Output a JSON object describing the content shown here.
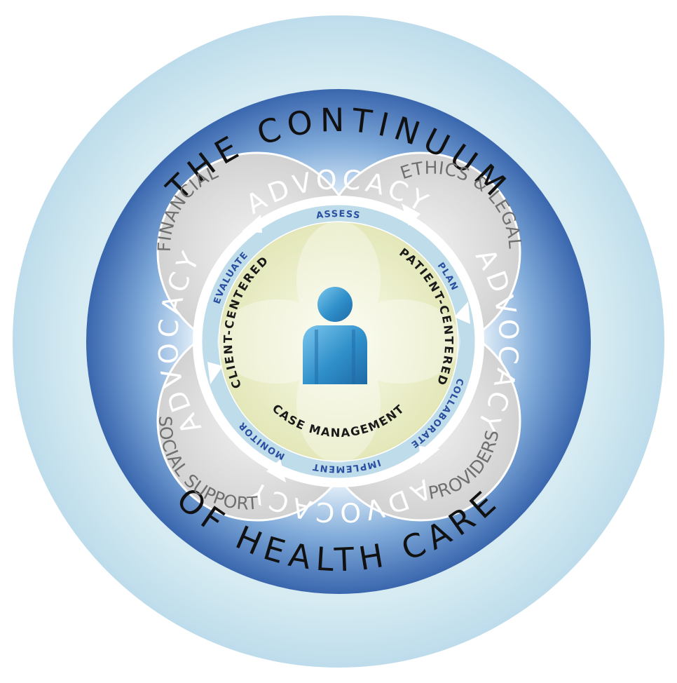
{
  "title_top": "THE CONTINUUM",
  "title_bottom": "OF HEALTH CARE",
  "advocacy": {
    "top": "ADVOCACY",
    "left": "ADVOCACY",
    "right": "ADVOCACY",
    "bottom": "ADVOCACY"
  },
  "petals": {
    "financial": "FINANCIAL",
    "ethics_legal": "ETHICS & LEGAL",
    "social_support": "SOCIAL SUPPORT",
    "providers": "PROVIDERS"
  },
  "cycle_steps": {
    "assess": "ASSESS",
    "plan": "PLAN",
    "collaborate": "COLLABORATE",
    "implement": "IMPLEMENT",
    "monitor": "MONITOR",
    "evaluate": "EVALUATE"
  },
  "center": {
    "client_centered": "CLIENT-CENTERED",
    "patient_centered": "PATIENT-CENTERED",
    "case_management": "CASE MANAGEMENT"
  },
  "colors": {
    "outer_ring": "#cfe6ef",
    "advocacy_ring_dark": "#3f6fb5",
    "advocacy_ring_light": "#8fb9e0",
    "petal": "#dcdcdc",
    "center_disc": "#eef0cf",
    "arrow": "#b9dbe9",
    "person": "#3d9fd4"
  },
  "icons": {
    "person": "person-icon"
  }
}
